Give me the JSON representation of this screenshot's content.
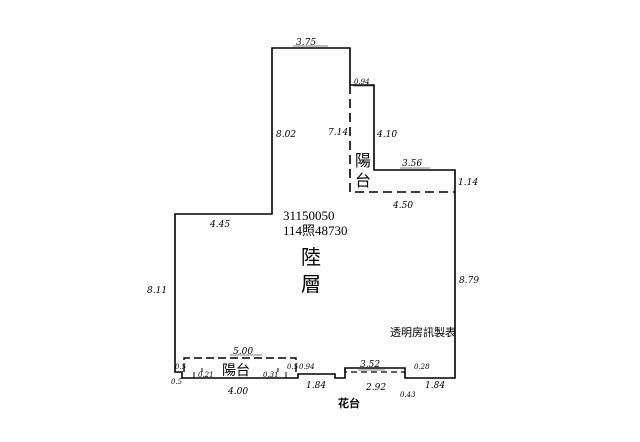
{
  "floor_plan": {
    "code_line_1": "31150050",
    "code_line_2": "114照48730",
    "main_area_label": [
      "陸",
      "層"
    ],
    "balcony_upper_label": [
      "陽",
      "台"
    ],
    "balcony_lower_label": "陽台",
    "flower_bed_label": "花台",
    "watermark": "透明房訊製表",
    "dimensions": {
      "top": "3.75",
      "upper_left_vertical": "8.02",
      "balcony_width": "0.94",
      "balcony_inner_height": "7.14",
      "right_wing_vertical": "4.10",
      "right_wing_top": "3.56",
      "right_step": "1.14",
      "dashed_width": "4.50",
      "left_step": "4.45",
      "right_side": "8.79",
      "left_side": "8.11",
      "lower_balcony_width": "5.00",
      "lower_balcony_depth_left": "0.5",
      "lower_balcony_left_offset": "0.21",
      "lower_balcony_wall": "4.00",
      "lower_balcony_right_offset": "0.31",
      "lower_balcony_depth_right": "0.5",
      "small_offset": "0.94",
      "middle_bottom": "1.84",
      "flower_bed_width": "3.52",
      "flower_bed_wall": "2.92",
      "flower_bed_depth": "0.28",
      "flower_bed_bottom": "0.43",
      "right_bottom": "1.84",
      "bottom_left_corner": "0.5"
    }
  }
}
